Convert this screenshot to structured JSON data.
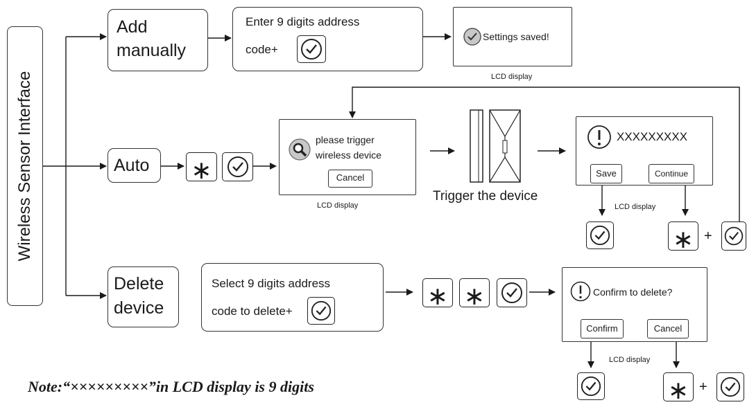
{
  "side_label": "Wireless Sensor Interface",
  "rows": {
    "add": {
      "mode_line1": "Add",
      "mode_line2": "manually",
      "step_line1": "Enter 9 digits address",
      "step_line2": "code+",
      "lcd_text": "Settings saved!",
      "lcd_caption": "LCD display"
    },
    "auto": {
      "mode": "Auto",
      "star": "∗",
      "lcd_line1": "please trigger",
      "lcd_line2": "wireless device",
      "lcd_cancel": "Cancel",
      "lcd_caption": "LCD display",
      "trigger_caption": "Trigger the device",
      "result_code": "XXXXXXXXX",
      "result_save": "Save",
      "result_continue": "Continue",
      "result_caption": "LCD display",
      "plus": "+"
    },
    "delete": {
      "mode_line1": "Delete",
      "mode_line2": "device",
      "step_line1": "Select 9 digits address",
      "step_line2": "code to delete+",
      "star": "∗",
      "lcd_text": "Confirm  to delete?",
      "lcd_confirm": "Confirm",
      "lcd_cancel": "Cancel",
      "lcd_caption": "LCD display",
      "plus": "+"
    }
  },
  "note": "Note:“×××××××××”in LCD display is 9 digits"
}
